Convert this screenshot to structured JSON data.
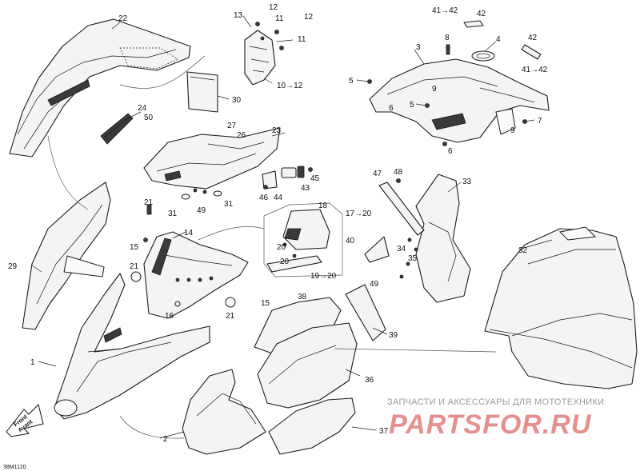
{
  "labels": {
    "p1": "1",
    "p2": "2",
    "p3": "3",
    "p4": "4",
    "p5a": "5",
    "p5b": "5",
    "p6a": "6",
    "p6b": "6",
    "p7": "7",
    "p8": "8",
    "p9a": "9",
    "p9b": "9",
    "p10": "10→12",
    "p11a": "11",
    "p11b": "11",
    "p12a": "12",
    "p12b": "12",
    "p13": "13",
    "p14": "14",
    "p15a": "15",
    "p15b": "15",
    "p16": "16",
    "p17": "17→20",
    "p18": "18",
    "p19": "19→20",
    "p20a": "20",
    "p20b": "20",
    "p21a": "21",
    "p21b": "21",
    "p21c": "21",
    "p22": "22",
    "p23": "23",
    "p24": "24",
    "p26": "26",
    "p27": "27",
    "p29": "29",
    "p30": "30",
    "p31a": "31",
    "p31b": "31",
    "p32": "32",
    "p33": "33",
    "p34": "34",
    "p35": "35",
    "p36": "36",
    "p37": "37",
    "p38": "38",
    "p39": "39",
    "p40": "40",
    "p41a": "41→42",
    "p41b": "41→42",
    "p42a": "42",
    "p42b": "42",
    "p43": "43",
    "p44": "44",
    "p45": "45",
    "p46": "46",
    "p47": "47",
    "p48": "48",
    "p49a": "49",
    "p49b": "49",
    "p50": "50"
  },
  "front_badge": {
    "line1": "Front",
    "line2": "Avant"
  },
  "drawing_id": "38M1120",
  "watermark": {
    "caption": "ЗАПЧАСТИ И АКСЕССУАРЫ ДЛЯ МОТОТЕХНИКИ",
    "logo": "PARTSFOR.RU"
  },
  "colors": {
    "outline": "#1a1a1a",
    "panel_fill": "#f4f4f4",
    "watermark_red": "#e58f8f"
  }
}
